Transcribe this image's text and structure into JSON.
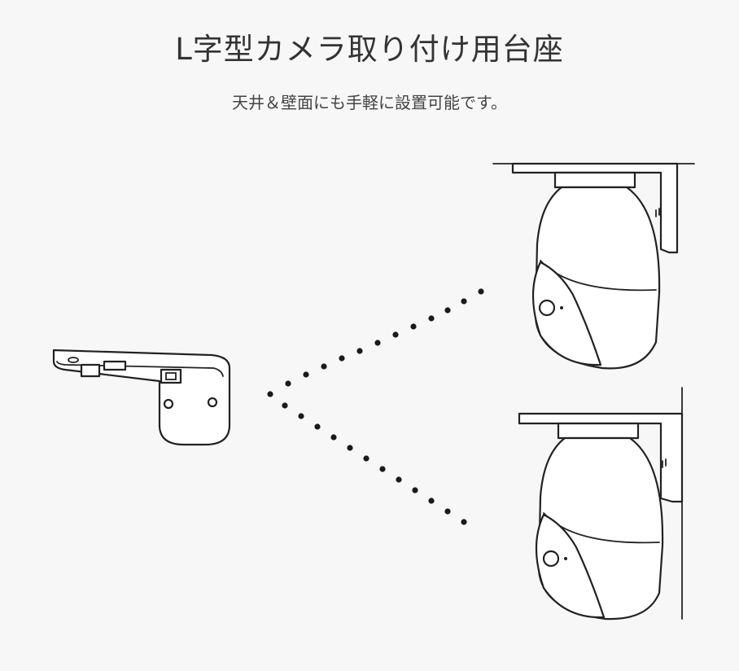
{
  "header": {
    "title": "L字型カメラ取り付け用台座",
    "subtitle": "天井＆壁面にも手軽に設置可能です。"
  },
  "illustration": {
    "bracket": "l-bracket",
    "mount_ceiling": "camera-on-ceiling",
    "mount_wall": "camera-on-wall",
    "dot_color": "#1a1a1a"
  }
}
